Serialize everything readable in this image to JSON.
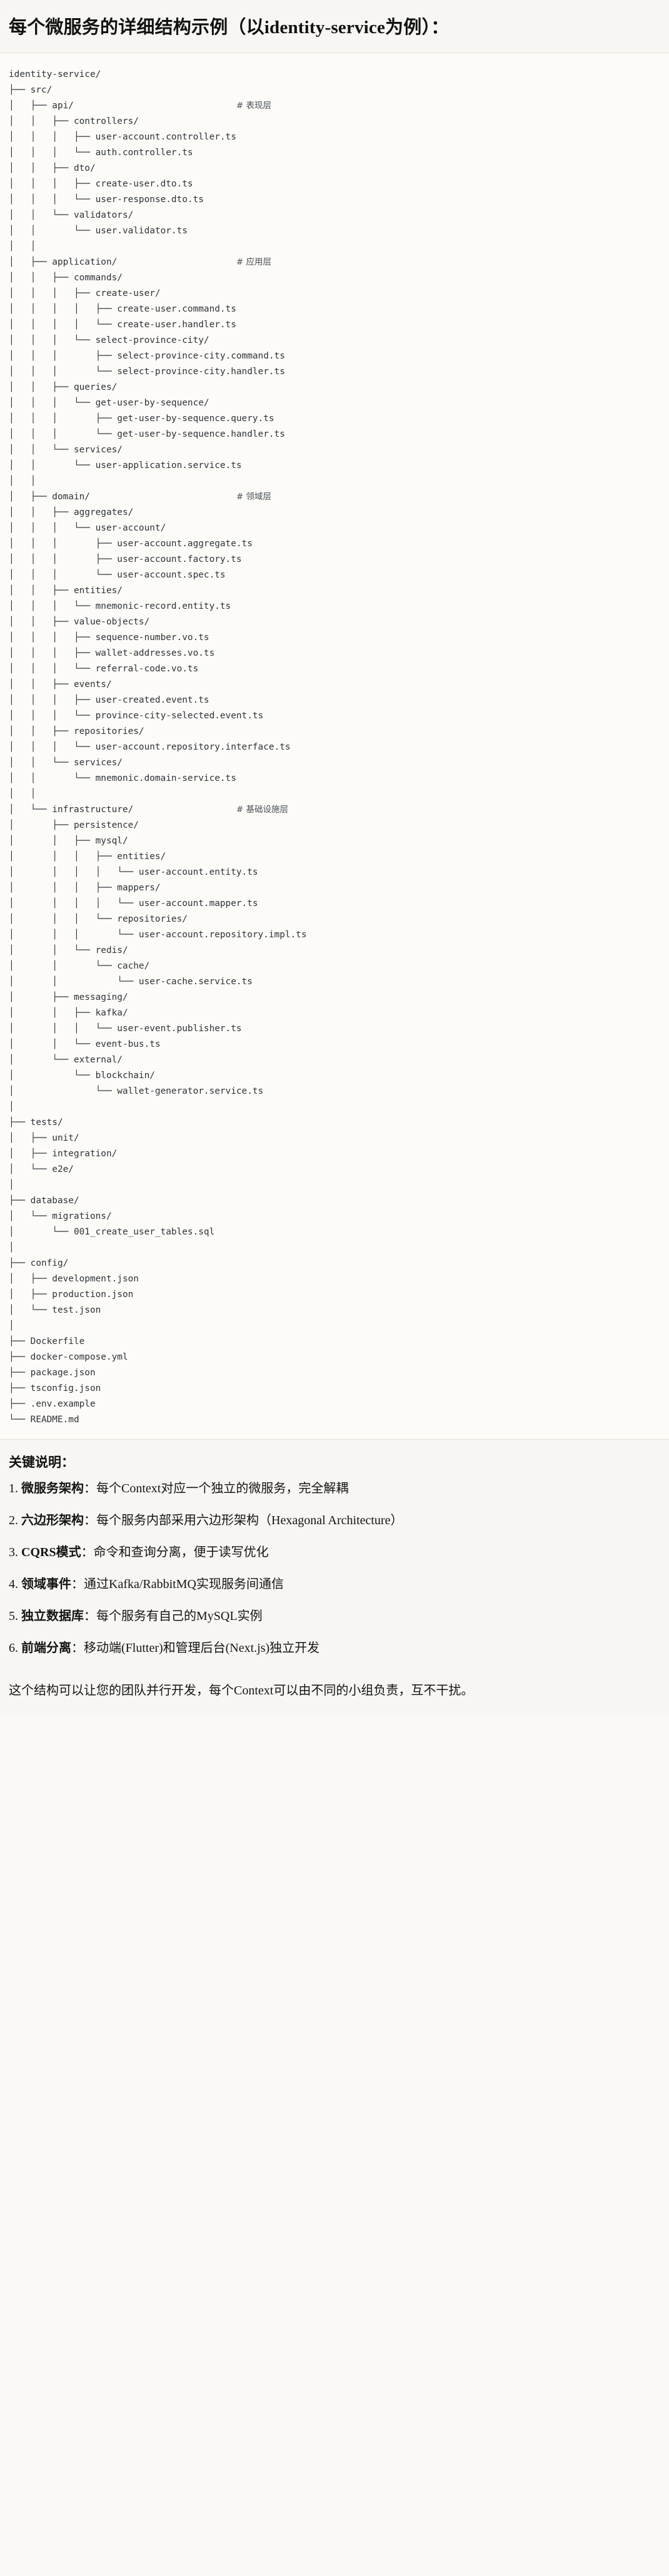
{
  "header": {
    "title": "每个微服务的详细结构示例（以identity-service为例）："
  },
  "tree": {
    "root": "identity-service/",
    "lines": [
      "identity-service/",
      "├── src/",
      "│   ├── api/                              # 表现层",
      "│   │   ├── controllers/",
      "│   │   │   ├── user-account.controller.ts",
      "│   │   │   └── auth.controller.ts",
      "│   │   ├── dto/",
      "│   │   │   ├── create-user.dto.ts",
      "│   │   │   └── user-response.dto.ts",
      "│   │   └── validators/",
      "│   │       └── user.validator.ts",
      "│   │",
      "│   ├── application/                      # 应用层",
      "│   │   ├── commands/",
      "│   │   │   ├── create-user/",
      "│   │   │   │   ├── create-user.command.ts",
      "│   │   │   │   └── create-user.handler.ts",
      "│   │   │   └── select-province-city/",
      "│   │   │       ├── select-province-city.command.ts",
      "│   │   │       └── select-province-city.handler.ts",
      "│   │   ├── queries/",
      "│   │   │   └── get-user-by-sequence/",
      "│   │   │       ├── get-user-by-sequence.query.ts",
      "│   │   │       └── get-user-by-sequence.handler.ts",
      "│   │   └── services/",
      "│   │       └── user-application.service.ts",
      "│   │",
      "│   ├── domain/                           # 领域层",
      "│   │   ├── aggregates/",
      "│   │   │   └── user-account/",
      "│   │   │       ├── user-account.aggregate.ts",
      "│   │   │       ├── user-account.factory.ts",
      "│   │   │       └── user-account.spec.ts",
      "│   │   ├── entities/",
      "│   │   │   └── mnemonic-record.entity.ts",
      "│   │   ├── value-objects/",
      "│   │   │   ├── sequence-number.vo.ts",
      "│   │   │   ├── wallet-addresses.vo.ts",
      "│   │   │   └── referral-code.vo.ts",
      "│   │   ├── events/",
      "│   │   │   ├── user-created.event.ts",
      "│   │   │   └── province-city-selected.event.ts",
      "│   │   ├── repositories/",
      "│   │   │   └── user-account.repository.interface.ts",
      "│   │   └── services/",
      "│   │       └── mnemonic.domain-service.ts",
      "│   │",
      "│   └── infrastructure/                   # 基础设施层",
      "│       ├── persistence/",
      "│       │   ├── mysql/",
      "│       │   │   ├── entities/",
      "│       │   │   │   └── user-account.entity.ts",
      "│       │   │   ├── mappers/",
      "│       │   │   │   └── user-account.mapper.ts",
      "│       │   │   └── repositories/",
      "│       │   │       └── user-account.repository.impl.ts",
      "│       │   └── redis/",
      "│       │       └── cache/",
      "│       │           └── user-cache.service.ts",
      "│       ├── messaging/",
      "│       │   ├── kafka/",
      "│       │   │   └── user-event.publisher.ts",
      "│       │   └── event-bus.ts",
      "│       └── external/",
      "│           └── blockchain/",
      "│               └── wallet-generator.service.ts",
      "│",
      "├── tests/",
      "│   ├── unit/",
      "│   ├── integration/",
      "│   └── e2e/",
      "│",
      "├── database/",
      "│   └── migrations/",
      "│       └── 001_create_user_tables.sql",
      "│",
      "├── config/",
      "│   ├── development.json",
      "│   ├── production.json",
      "│   └── test.json",
      "│",
      "├── Dockerfile",
      "├── docker-compose.yml",
      "├── package.json",
      "├── tsconfig.json",
      "├── .env.example",
      "└── README.md"
    ]
  },
  "keypoints": {
    "heading": "关键说明：",
    "items": [
      {
        "index": "1.",
        "term": "微服务架构",
        "sep": "：",
        "desc": "每个Context对应一个独立的微服务，完全解耦"
      },
      {
        "index": "2.",
        "term": "六边形架构",
        "sep": "：",
        "desc": "每个服务内部采用六边形架构（Hexagonal Architecture）"
      },
      {
        "index": "3.",
        "term": "CQRS模式",
        "sep": "：",
        "desc": "命令和查询分离，便于读写优化"
      },
      {
        "index": "4.",
        "term": "领域事件",
        "sep": "：",
        "desc": "通过Kafka/RabbitMQ实现服务间通信"
      },
      {
        "index": "5.",
        "term": "独立数据库",
        "sep": "：",
        "desc": "每个服务有自己的MySQL实例"
      },
      {
        "index": "6.",
        "term": "前端分离",
        "sep": "：",
        "desc": "移动端(Flutter)和管理后台(Next.js)独立开发"
      }
    ]
  },
  "closing": {
    "text": "这个结构可以让您的团队并行开发，每个Context可以由不同的小组负责，互不干扰。"
  }
}
